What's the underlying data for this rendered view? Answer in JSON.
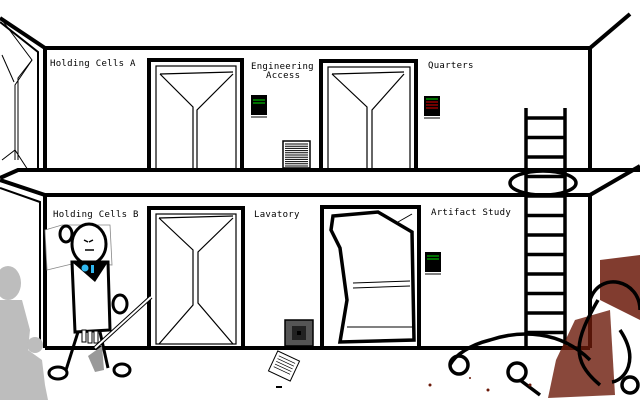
{
  "rooms": {
    "holding_cells_a": "Holding Cells A",
    "engineering_access_line1": "Engineering",
    "engineering_access_line2": "Access",
    "quarters": "Quarters",
    "holding_cells_b": "Holding Cells B",
    "lavatory": "Lavatory",
    "artifact_study": "Artifact Study"
  },
  "colors": {
    "panel_green": "#00e000",
    "panel_red": "#e00000",
    "blood": "#6b1a0a",
    "statue": "#bdbdbd",
    "gem": "#30b8f0"
  }
}
